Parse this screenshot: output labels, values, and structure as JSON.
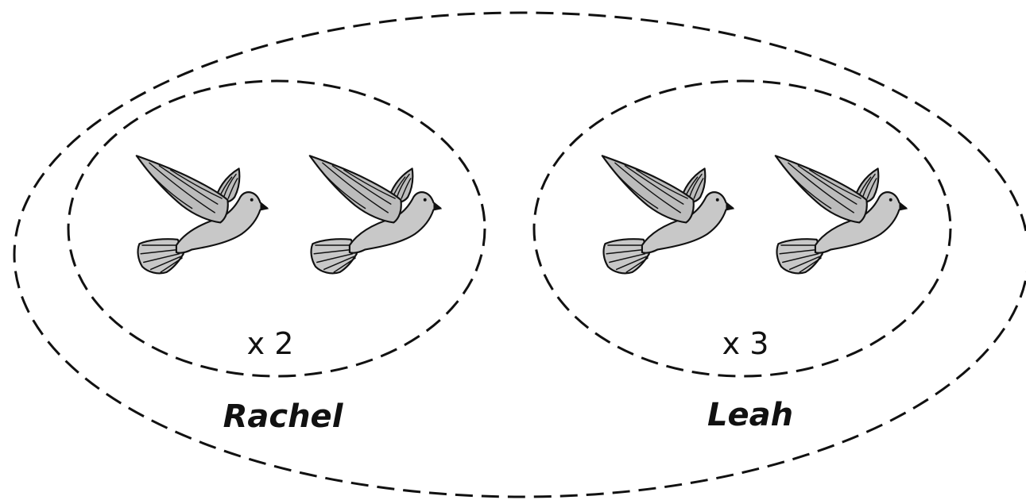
{
  "diagram": {
    "groups": [
      {
        "id": "rachel",
        "name": "Rachel",
        "multiplier": "x 2",
        "birds": [
          "dove-icon",
          "dove-icon"
        ]
      },
      {
        "id": "leah",
        "name": "Leah",
        "multiplier": "x 3",
        "birds": [
          "dove-icon",
          "dove-icon"
        ]
      }
    ],
    "colors": {
      "bird_fill": "#c8c8c8",
      "outline": "#111111",
      "background": "#ffffff"
    }
  }
}
